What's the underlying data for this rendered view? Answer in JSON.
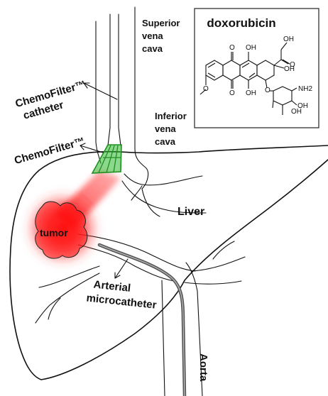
{
  "labels": {
    "superior_vena_cava": [
      "Superior",
      "vena",
      "cava"
    ],
    "inferior_vena_cava": [
      "Inferior",
      "vena",
      "cava"
    ],
    "chemofilter_catheter": [
      "ChemoFilter™",
      "catheter"
    ],
    "chemofilter": "ChemoFilter™",
    "liver": "Liver",
    "tumor": "tumor",
    "arterial_microcatheter": [
      "Arterial",
      "microcatheter"
    ],
    "aorta": "Aorta"
  },
  "molecule": {
    "title": "doxorubicin",
    "atoms": [
      "OH",
      "O",
      "OH",
      "OH",
      "O",
      "OH",
      "O",
      "O",
      "OH",
      "O",
      "NH2",
      "OH"
    ]
  },
  "colors": {
    "tumor": "#ff0000",
    "filter": "#2db82d",
    "outline": "#111111"
  }
}
